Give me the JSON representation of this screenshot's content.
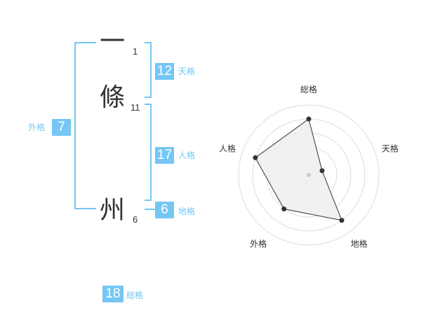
{
  "name": {
    "chars": [
      {
        "char": "一",
        "strokes": "1"
      },
      {
        "char": "條",
        "strokes": "11"
      },
      {
        "char": "州",
        "strokes": "6"
      }
    ]
  },
  "fortune": {
    "tenkaku": {
      "value": "12",
      "label": "天格"
    },
    "jinkaku": {
      "value": "17",
      "label": "人格"
    },
    "chikaku": {
      "value": "6",
      "label": "地格"
    },
    "gaikaku": {
      "value": "7",
      "label": "外格"
    },
    "soukaku": {
      "value": "18",
      "label": "総格"
    }
  },
  "colors": {
    "accent": "#74c6f4",
    "text": "#333333",
    "polygon_fill": "#f0f0f0"
  },
  "chart_data": {
    "type": "radar",
    "axes": [
      "総格",
      "天格",
      "地格",
      "外格",
      "人格"
    ],
    "values": [
      4,
      1,
      4,
      3,
      4
    ],
    "max": 5
  }
}
